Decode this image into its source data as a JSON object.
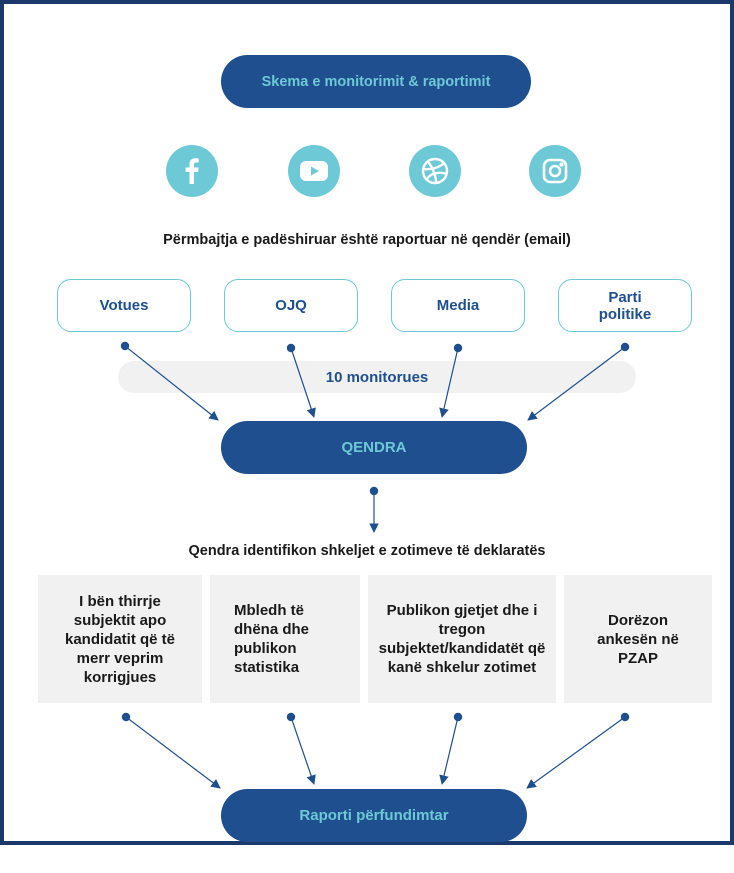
{
  "title": "Skema e monitorimit & raportimit",
  "social_icons": [
    "facebook-icon",
    "youtube-icon",
    "dribbble-icon",
    "instagram-icon"
  ],
  "report_heading": "Përmbajtja e padëshiruar është raportuar në qendër (email)",
  "sources": [
    "Votues",
    "OJQ",
    "Media",
    "Parti politike"
  ],
  "monitors_label": "10 monitorues",
  "center_label": "QENDRA",
  "center_heading": "Qendra identifikon shkeljet e zotimeve të deklaratës",
  "actions": [
    "I bën thirrje subjektit apo kandidatit që të merr veprim korrigjues",
    "Mbledh të dhëna dhe publikon statistika",
    "Publikon gjetjet dhe i tregon subjektet/kandidatët që kanë shkelur zotimet",
    "Dorëzon ankesën në PZAP"
  ],
  "final_label": "Raporti përfundimtar",
  "colors": {
    "navy": "#1f4f8e",
    "teal": "#6ec9d6",
    "border": "#1b3a6b",
    "gray": "#f0f1f0"
  }
}
